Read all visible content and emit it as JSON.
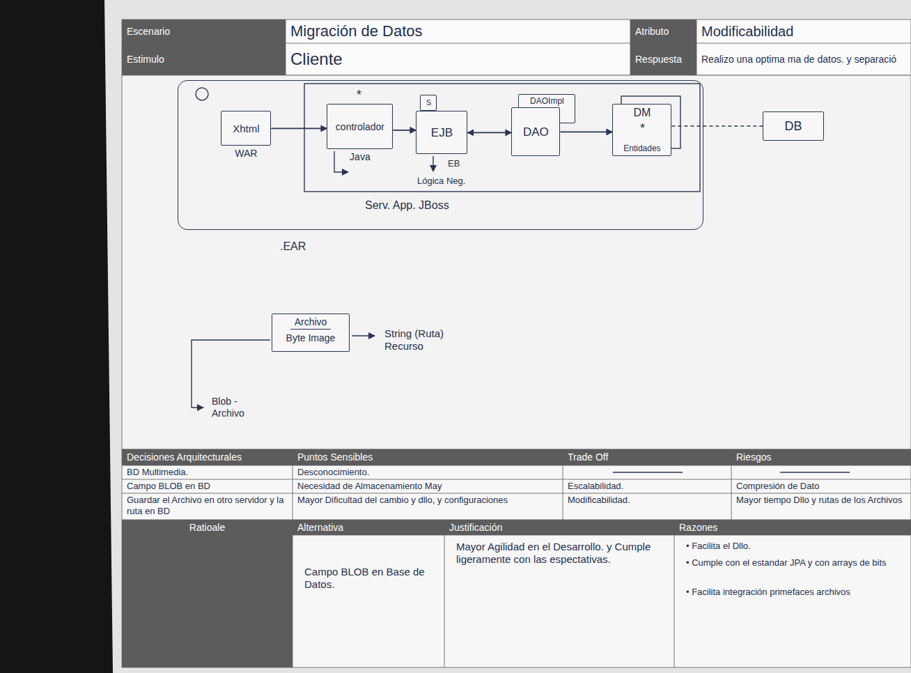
{
  "diagram": {
    "nodes": [
      {
        "text": [
          "Serv. App. JBoss"
        ]
      },
      {
        "text": [
          "Xhtml",
          "WAR"
        ],
        "in": 0
      },
      {
        "text": [
          "controlador",
          "Java"
        ],
        "in": 0
      },
      {
        "text": [
          "S"
        ],
        "in": 0
      },
      {
        "text": [
          "EJB"
        ],
        "in": 0
      },
      {
        "text": [
          "DAOImpl"
        ],
        "in": 0
      },
      {
        "text": [
          "DAO"
        ],
        "in": 0
      },
      {
        "text": [
          "DM",
          "Entidades"
        ],
        "in": 0
      },
      {
        "text": [
          "DB"
        ]
      },
      {
        "text": [
          "Archivo",
          "Byte Image"
        ]
      }
    ],
    "edges": [
      {
        "from": 1,
        "to": 2,
        "arrow": "to"
      },
      {
        "from": 2,
        "to": 4,
        "arrow": "to"
      },
      {
        "from": 4,
        "to": 6,
        "arrow": "both"
      },
      {
        "from": 6,
        "to": 7,
        "arrow": "to"
      },
      {
        "from": 7,
        "to": 8,
        "arrow": "none"
      }
    ],
    "labels": [
      "Escenario",
      "Migración de Datos",
      "Atributo",
      "Modificabilidad",
      "Estimulo",
      "Cliente",
      "Respuesta",
      "Realizo una optima ma de datos. y separació",
      "*",
      "*",
      "EB",
      "Lógica Neg.",
      ".EAR",
      "String (Ruta) Recurso",
      "Blob - Archivo",
      "Decisiones Arquitecturales",
      "Puntos Sensibles",
      "Trade Off",
      "Riesgos",
      "BD Multimedia.",
      "Desconocimiento.",
      "Campo BLOB en BD",
      "Necesidad de Almacenamiento May",
      "Escalabilidad.",
      "Compresión de Dato",
      "Guardar el Archivo en otro servidor y la ruta en BD",
      "Mayor Dificultad del cambio y dllo, y configuraciones",
      "Modificabilidad.",
      "Mayor tiempo Dllo y rutas de los Archivos",
      "Ratioale",
      "Alternativa",
      "Justificación",
      "Razones",
      "Campo BLOB en Base de Datos.",
      "Mayor Agilidad en el Desarrollo. y Cumple ligeramente con las espectativas.",
      "• Facilita el Dllo.",
      "• Cumple con el estandar JPA y con arrays de bits",
      "• Facilita integración primefaces archivos"
    ]
  }
}
